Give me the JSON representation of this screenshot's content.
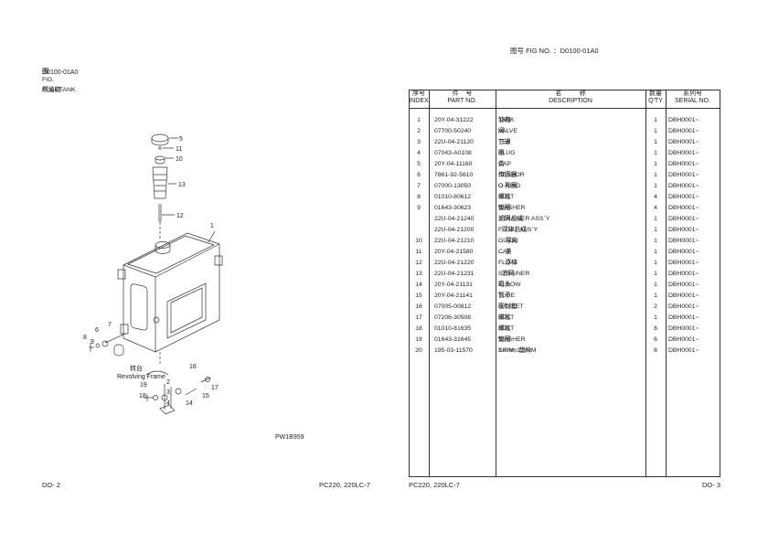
{
  "left_page": {
    "fig_cn": "图",
    "fig_label": "FIG.",
    "fig_code": "D0100-01A0",
    "title_cn": "燃油箱",
    "title_en": "FUEL TANK",
    "revolving_frame_cn": "转台",
    "revolving_frame_en": "Revolving Frame",
    "drawing_code": "PW1B959",
    "page_number": "DO- 2",
    "model": "PC220, 220LC-7",
    "callouts": [
      "5",
      "11",
      "10",
      "13",
      "12",
      "1",
      "6",
      "7",
      "8",
      "9",
      "16",
      "2",
      "15",
      "17",
      "19",
      "18",
      "3",
      "4",
      "14"
    ]
  },
  "right_page": {
    "fig_header": "图号  FIG NO.  ：D0100-01A0",
    "model": "PC220, 220LC-7",
    "page_number": "DO- 3",
    "table": {
      "headers": {
        "index_cn": "序号",
        "index_en": "INDEX",
        "part_cn": "件    号",
        "part_en": "PART NO.",
        "desc_cn": "名          称",
        "desc_en": "DESCRIPTION",
        "qty_cn": "数量",
        "qty_en": "Q'TY",
        "serial_cn": "系列号",
        "serial_en": "SERIAL NO."
      },
      "rows": [
        {
          "index": "1",
          "part": "20Y-04-31222",
          "cn": "油箱",
          "en": "TANK",
          "qty": "1",
          "serial": "DBH0001~"
        },
        {
          "index": "2",
          "part": "07700-50240",
          "cn": "阀",
          "en": "VALVE",
          "qty": "1",
          "serial": "DBH0001~"
        },
        {
          "index": "3",
          "part": "22U-04-21120",
          "cn": "三通",
          "en": "TEE",
          "qty": "1",
          "serial": "DBH0001~"
        },
        {
          "index": "4",
          "part": "07043-A0108",
          "cn": "塞",
          "en": "PLUG",
          "qty": "1",
          "serial": "DBH0001~"
        },
        {
          "index": "5",
          "part": "20Y-04-11160",
          "cn": "盖",
          "en": "CAP",
          "qty": "1",
          "serial": "DBH0001~"
        },
        {
          "index": "6",
          "part": "7861-92-5610",
          "cn": "传感器",
          "en": "SENSOR",
          "qty": "1",
          "serial": "DBH0001~"
        },
        {
          "index": "7",
          "part": "07000-13050",
          "cn": "O 形圈",
          "en": "O-RING",
          "qty": "1",
          "serial": "DBH0001~"
        },
        {
          "index": "8",
          "part": "01010-80612",
          "cn": "螺栓",
          "en": "BOLT",
          "qty": "4",
          "serial": "DBH0001~"
        },
        {
          "index": "9",
          "part": "01643-30623",
          "cn": "垫圈",
          "en": "WASHER",
          "qty": "4",
          "serial": "DBH0001~"
        },
        {
          "index": "",
          "part": "22U-04-21240",
          "cn": "滤网总成",
          "en": "STRAINER ASS`Y",
          "qty": "1",
          "serial": "DBH0001~"
        },
        {
          "index": "",
          "part": "22U-04-21200",
          "cn": ". 浮体总成",
          "en": "FLOAT ASS`Y",
          "qty": "1",
          "serial": "DBH0001~"
        },
        {
          "index": "10",
          "part": "22U-04-21210",
          "cn": ". . 导向",
          "en": "GUIDE",
          "qty": "1",
          "serial": "DBH0001~"
        },
        {
          "index": "11",
          "part": "20Y-04-21580",
          "cn": ". . 盖",
          "en": "CAP",
          "qty": "1",
          "serial": "DBH0001~"
        },
        {
          "index": "12",
          "part": "22U-04-21220",
          "cn": ". . 浮体",
          "en": "FLOAT",
          "qty": "1",
          "serial": "DBH0001~"
        },
        {
          "index": "13",
          "part": "22U-04-21231",
          "cn": ". 滤网",
          "en": "STRAINER",
          "qty": "1",
          "serial": "DBH0001~"
        },
        {
          "index": "14",
          "part": "20Y-04-21131",
          "cn": "弯头",
          "en": "ELBOW",
          "qty": "1",
          "serial": "DBH0001~"
        },
        {
          "index": "15",
          "part": "20Y-04-21141",
          "cn": "管子",
          "en": "TUBE",
          "qty": "1",
          "serial": "DBH0001~"
        },
        {
          "index": "16",
          "part": "07005-00812",
          "cn": "密封垫",
          "en": "GASKET",
          "qty": "2",
          "serial": "DBH0001~"
        },
        {
          "index": "17",
          "part": "07206-30508",
          "cn": "螺栓",
          "en": "BOLT",
          "qty": "1",
          "serial": "DBH0001~"
        },
        {
          "index": "18",
          "part": "01010-81635",
          "cn": "螺栓",
          "en": "BOLT",
          "qty": "6",
          "serial": "DBH0001~"
        },
        {
          "index": "19",
          "part": "01643-31645",
          "cn": "垫圈",
          "en": "WASHER",
          "qty": "6",
          "serial": "DBH0001~"
        },
        {
          "index": "20",
          "part": "195-03-11570",
          "cn": "1.0mm 垫片",
          "en": "SHIM, 1.0MM",
          "qty": "6",
          "serial": "DBH0001~"
        }
      ]
    }
  }
}
